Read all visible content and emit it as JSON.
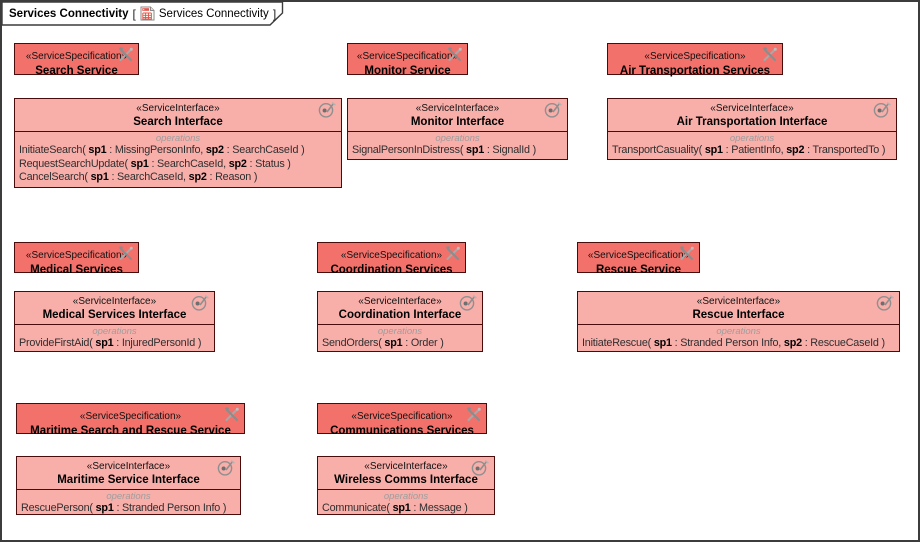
{
  "frame": {
    "title": "Services Connectivity",
    "bracket_open": "[",
    "reference": "Services Connectivity",
    "bracket_close": "]"
  },
  "colors": {
    "spec_fill": "#F3716B",
    "iface_fill": "#F8AEA9",
    "box_border": "#4A0B0B",
    "frame_border": "#3C3C3C",
    "operations_label": "#9E9E9E",
    "tab_icon_red": "#E0524D"
  },
  "stereotypes": {
    "specification": "«ServiceSpecification»",
    "interface": "«ServiceInterface»"
  },
  "operations_label": "operations",
  "specs": [
    {
      "name": "Search Service"
    },
    {
      "name": "Monitor Service"
    },
    {
      "name": "Air Transportation Services"
    },
    {
      "name": "Medical Services"
    },
    {
      "name": "Coordination Services"
    },
    {
      "name": "Rescue Service"
    },
    {
      "name": "Maritime Search and Rescue Service"
    },
    {
      "name": "Communications Services"
    }
  ],
  "interfaces": [
    {
      "name": "Search Interface",
      "operations": [
        "InitiateSearch( sp1 : MissingPersonInfo, sp2 : SearchCaseId )",
        "RequestSearchUpdate( sp1 : SearchCaseId, sp2 : Status )",
        "CancelSearch( sp1 : SearchCaseId, sp2 : Reason )"
      ]
    },
    {
      "name": "Monitor Interface",
      "operations": [
        "SignalPersonInDistress( sp1 : SignalId )"
      ]
    },
    {
      "name": "Air Transportation Interface",
      "operations": [
        "TransportCasuality( sp1 : PatientInfo, sp2 : TransportedTo )"
      ]
    },
    {
      "name": "Medical Services Interface",
      "operations": [
        "ProvideFirstAid( sp1 : InjuredPersonId )"
      ]
    },
    {
      "name": "Coordination Interface",
      "operations": [
        "SendOrders( sp1 : Order )"
      ]
    },
    {
      "name": "Rescue Interface",
      "operations": [
        "InitiateRescue( sp1 : Stranded Person Info, sp2 : RescueCaseId )"
      ]
    },
    {
      "name": "Maritime Service Interface",
      "operations": [
        "RescuePerson( sp1 : Stranded Person Info )"
      ]
    },
    {
      "name": "Wireless Comms Interface",
      "operations": [
        "Communicate( sp1 : Message )"
      ]
    }
  ]
}
